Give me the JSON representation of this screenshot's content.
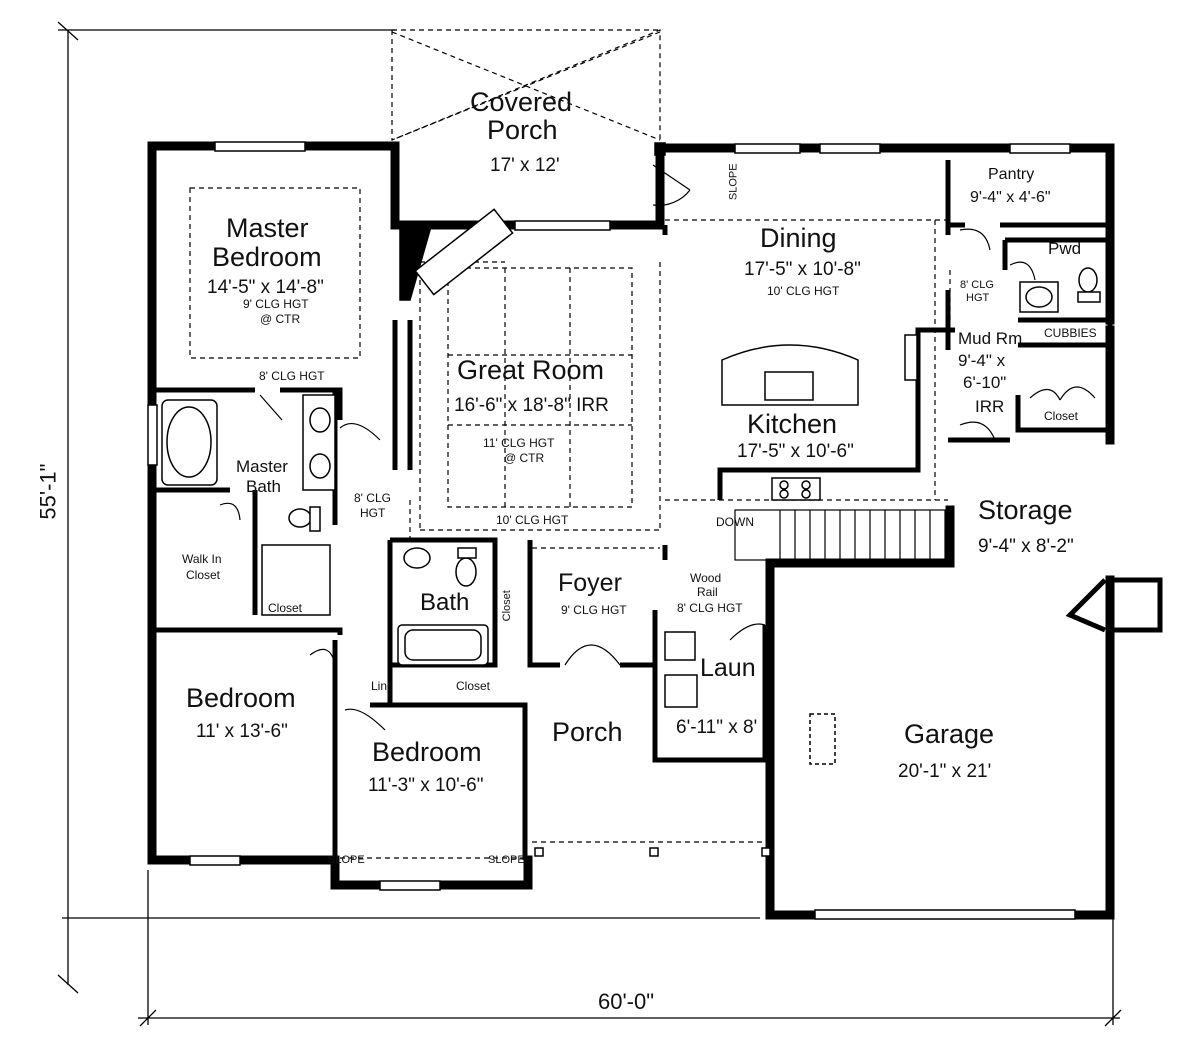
{
  "dimensions": {
    "width": "60'-0\"",
    "height": "55'-1\""
  },
  "rooms": {
    "covered_porch": {
      "name1": "Covered",
      "name2": "Porch",
      "size": "17' x 12'"
    },
    "master_bedroom": {
      "name1": "Master",
      "name2": "Bedroom",
      "size": "14'-5\" x 14'-8\"",
      "clg1": "9' CLG HGT",
      "clg2": "@ CTR"
    },
    "great_room": {
      "name": "Great Room",
      "size": "16'-6\" x 18'-8\" IRR",
      "clg1": "11' CLG HGT",
      "clg2": "@ CTR",
      "clg_lower": "10' CLG HGT"
    },
    "dining": {
      "name": "Dining",
      "size": "17'-5\" x 10'-8\"",
      "clg": "10' CLG HGT"
    },
    "kitchen": {
      "name": "Kitchen",
      "size": "17'-5\" x 10'-6\""
    },
    "pantry": {
      "name": "Pantry",
      "size": "9'-4\" x 4'-6\""
    },
    "pwd": {
      "name": "Pwd"
    },
    "mud_room": {
      "name": "Mud Rm",
      "size1": "9'-4\" x",
      "size2": "6'-10\"",
      "size3": "IRR",
      "cubbies": "CUBBIES",
      "closet": "Closet"
    },
    "storage": {
      "name": "Storage",
      "size": "9'-4\" x 8'-2\""
    },
    "master_bath": {
      "name1": "Master",
      "name2": "Bath",
      "clg": "8' CLG HGT"
    },
    "walk_in_closet": {
      "name1": "Walk In",
      "name2": "Closet"
    },
    "hall": {
      "clg1": "8' CLG",
      "clg2": "HGT"
    },
    "bath": {
      "name": "Bath"
    },
    "foyer": {
      "name": "Foyer",
      "clg": "9' CLG HGT",
      "closet": "Closet"
    },
    "laundry": {
      "name": "Laun",
      "size": "6'-11\" x 8'",
      "clg": "8' CLG HGT"
    },
    "bedroom1": {
      "name": "Bedroom",
      "size": "11' x 13'-6\"",
      "closet": "Closet"
    },
    "bedroom2": {
      "name": "Bedroom",
      "size": "11'-3\" x 10'-6\"",
      "closet": "Closet",
      "linen": "Lin."
    },
    "porch": {
      "name": "Porch"
    },
    "garage": {
      "name": "Garage",
      "size": "20'-1\" x 21'"
    }
  },
  "annotations": {
    "dining_clg1": "8' CLG",
    "dining_clg2": "HGT",
    "slope": "SLOPE",
    "down": "DOWN",
    "wood_rail1": "Wood",
    "wood_rail2": "Rail"
  }
}
